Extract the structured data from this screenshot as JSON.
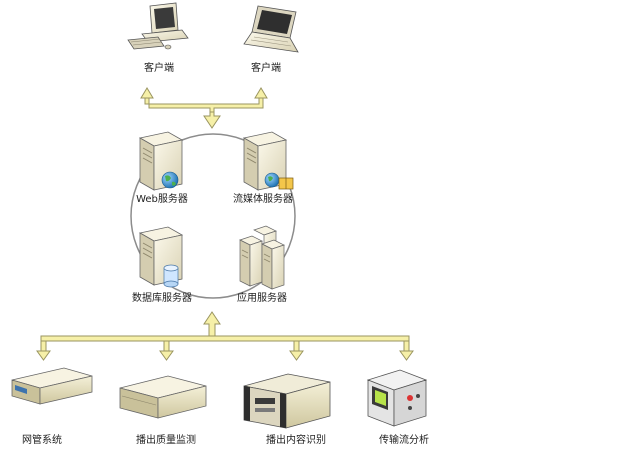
{
  "clients": [
    {
      "label": "客户端",
      "icon": "desktop-computer-icon"
    },
    {
      "label": "客户端",
      "icon": "laptop-icon"
    }
  ],
  "servers": [
    {
      "label": "Web服务器",
      "icon": "web-server-icon"
    },
    {
      "label": "流媒体服务器",
      "icon": "streaming-server-icon"
    },
    {
      "label": "数据库服务器",
      "icon": "database-server-icon"
    },
    {
      "label": "应用服务器",
      "icon": "application-server-icon"
    }
  ],
  "devices": [
    {
      "label": "网管系统",
      "icon": "network-management-device-icon"
    },
    {
      "label": "播出质量监测",
      "icon": "quality-monitor-device-icon"
    },
    {
      "label": "播出内容识别",
      "icon": "content-recognition-device-icon"
    },
    {
      "label": "传输流分析",
      "icon": "stream-analyzer-device-icon"
    }
  ],
  "colors": {
    "connector": "#f6f0a8",
    "connector_stroke": "#9a9560",
    "ring": "#8c8c8c",
    "globe": "#2f8fd0",
    "server_body": "#ece7d2"
  }
}
